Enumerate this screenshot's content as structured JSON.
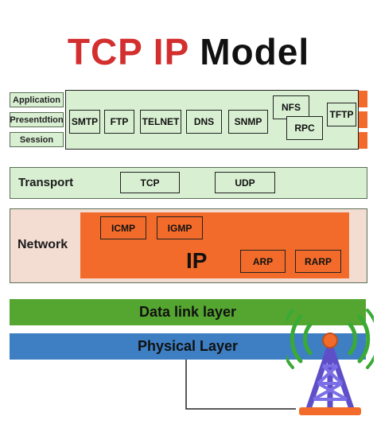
{
  "title": {
    "part1": "TCP IP",
    "part2": "Model"
  },
  "application_group": {
    "side_labels": [
      "Application",
      "Presentdtion",
      "Session"
    ],
    "protocols": [
      "SMTP",
      "FTP",
      "TELNET",
      "DNS",
      "SNMP",
      "NFS",
      "RPC",
      "TFTP"
    ]
  },
  "transport": {
    "label": "Transport",
    "protocols": [
      "TCP",
      "UDP"
    ]
  },
  "network": {
    "label": "Network",
    "main": "IP",
    "protocols": [
      "ICMP",
      "IGMP",
      "ARP",
      "RARP"
    ]
  },
  "data_link": {
    "label": "Data link layer"
  },
  "physical": {
    "label": "Physical Layer"
  },
  "colors": {
    "title_red": "#d32f2f",
    "light_green": "#d8efd2",
    "orange": "#f26b2a",
    "network_bg": "#f3ddd2",
    "data_link_green": "#55a531",
    "physical_blue": "#3d7fc2",
    "tower_purple": "#6c5bd6"
  },
  "icons": [
    "radio-tower-icon"
  ]
}
